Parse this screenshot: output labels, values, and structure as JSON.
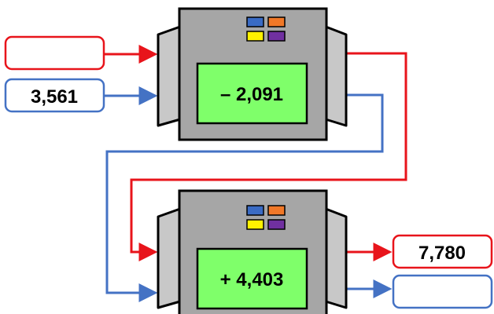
{
  "inputs": {
    "red_value": "",
    "blue_value": "3,561"
  },
  "machines": [
    {
      "operation": "– 2,091",
      "button_colors": [
        "#3A6BC4",
        "#F07828",
        "#FFF200",
        "#7030A0"
      ]
    },
    {
      "operation": "+ 4,403",
      "button_colors": [
        "#3A6BC4",
        "#F07828",
        "#FFF200",
        "#7030A0"
      ]
    }
  ],
  "outputs": {
    "red_value": "7,780",
    "blue_value": ""
  },
  "colors": {
    "red_line": "#E8141B",
    "blue_line": "#4472C4",
    "machine_body": "#A6A6A6",
    "machine_side": "#C8C8C8",
    "display": "#7FFF6A",
    "red_box": "#E8141B",
    "blue_box": "#4472C4"
  }
}
